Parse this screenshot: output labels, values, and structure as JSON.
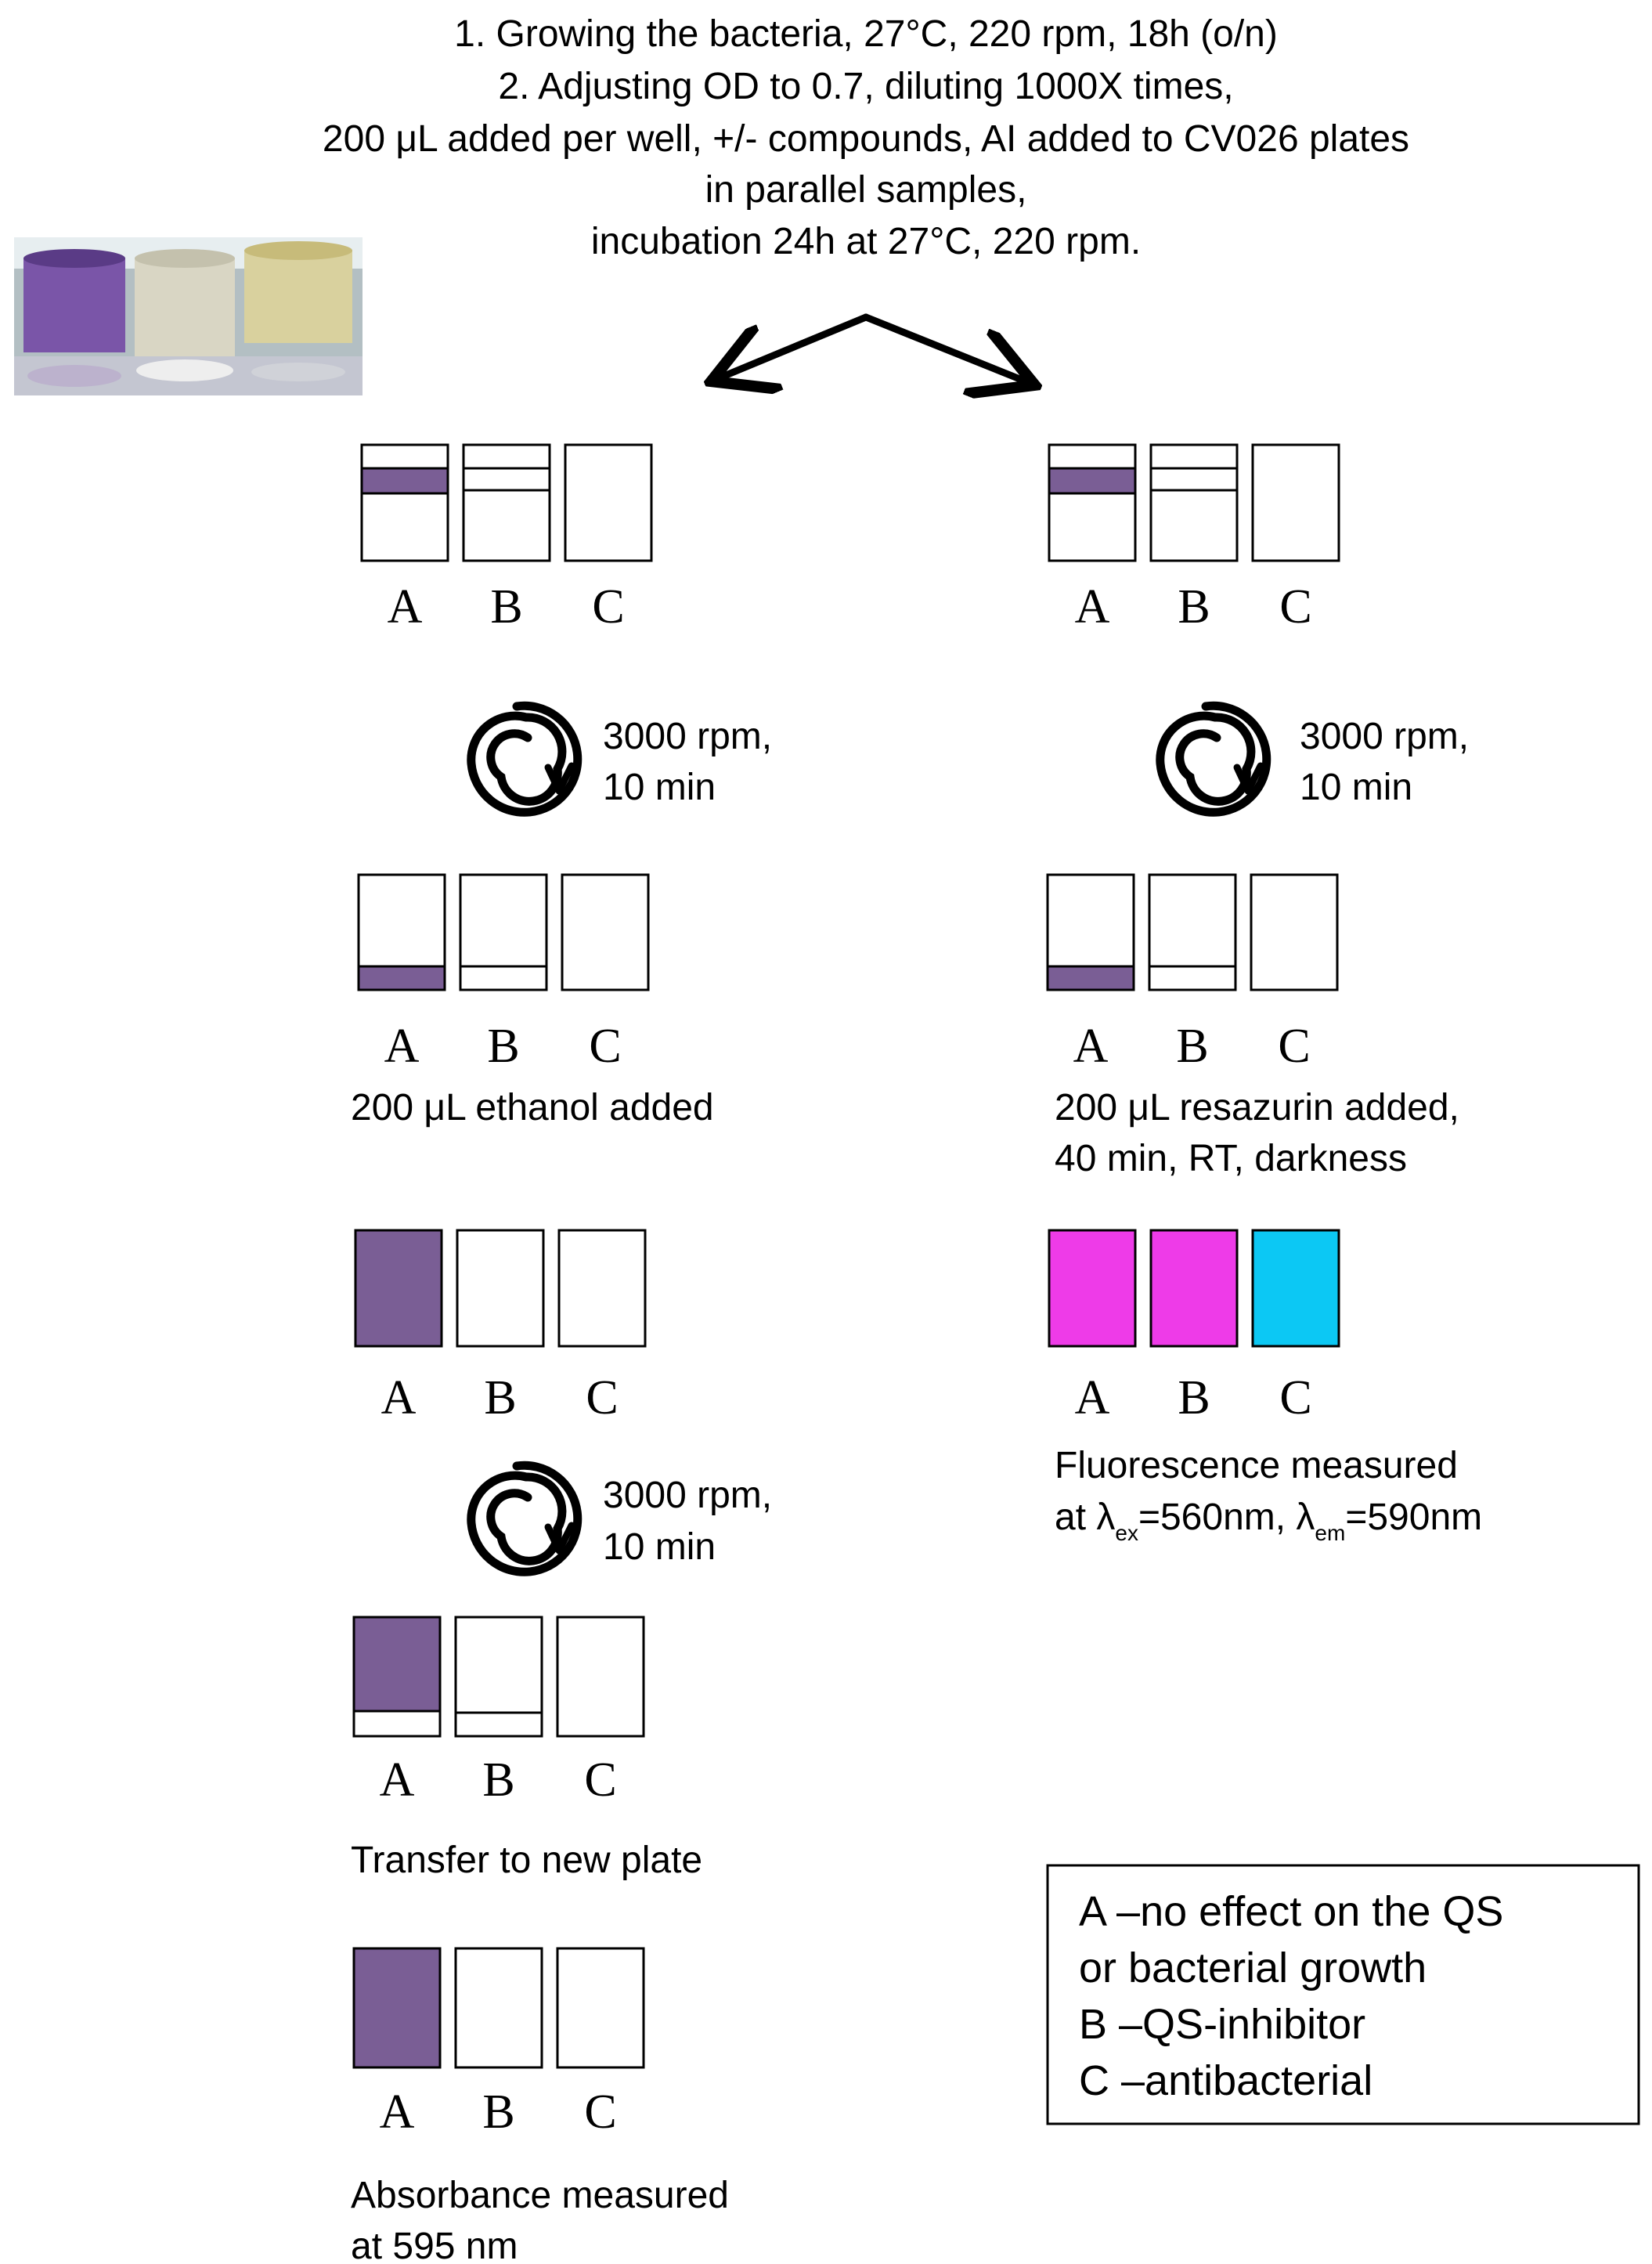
{
  "header": {
    "lines": [
      "1. Growing the bacteria, 27°C, 220 rpm, 18h (o/n)",
      "2. Adjusting OD to 0.7, diluting 1000X times,",
      "200 μL added per well, +/- compounds, AI added to CV026 plates",
      "in parallel samples,",
      "incubation 24h at 27°C, 220 rpm."
    ]
  },
  "colors": {
    "violet": "#7a5e95",
    "magenta": "#ee3be8",
    "cyan": "#0cc8f4",
    "photo_purple": "#7a55a8"
  },
  "well_letters": [
    "A",
    "B",
    "C"
  ],
  "icons": {
    "photo": "plate-wells-photo",
    "arrow": "diverging-arrows-icon",
    "spin": "centrifuge-spin-icon"
  },
  "left": {
    "spin1": [
      "3000 rpm,",
      "10 min"
    ],
    "step_ethanol": "200 μL ethanol added",
    "spin2": [
      "3000 rpm,",
      "10 min"
    ],
    "step_transfer": "Transfer to new plate",
    "step_absorbance": [
      "Absorbance measured",
      "at 595 nm"
    ]
  },
  "right": {
    "spin1": [
      "3000 rpm,",
      "10 min"
    ],
    "step_resazurin": [
      "200 μL resazurin added,",
      "40 min, RT, darkness"
    ],
    "fluorescence_line1": "Fluorescence measured",
    "fluorescence_line2": {
      "p1": "at λ",
      "sub1": "ex",
      "p2": "=560nm, λ",
      "sub2": "em",
      "p3": "=590nm"
    }
  },
  "legend": {
    "lines": [
      "A –no effect on the QS",
      "or bacterial growth",
      "B –QS-inhibitor",
      "C –antibacterial"
    ]
  }
}
